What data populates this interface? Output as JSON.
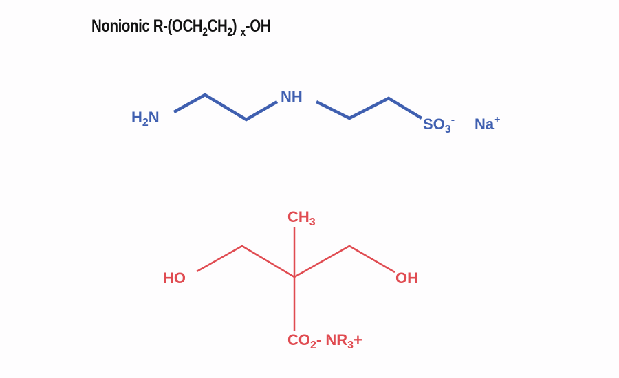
{
  "title": {
    "prefix": "Nonionic R-(OCH",
    "sub1": "2",
    "mid": "CH",
    "sub2": "2",
    "close": ") ",
    "x": "x",
    "suffix": "-OH"
  },
  "molecule_blue": {
    "color": "#3f5fb0",
    "h2n": {
      "h": "H",
      "sub": "2",
      "n": "N"
    },
    "nh": "NH",
    "so3": {
      "main": "SO",
      "sub": "3",
      "sup": "-"
    },
    "na": {
      "main": "Na",
      "sup": "+"
    }
  },
  "molecule_red": {
    "color": "#e04b51",
    "ch3": {
      "main": "CH",
      "sub": "3"
    },
    "ho": "HO",
    "oh": "OH",
    "co2": {
      "main": "CO",
      "sub": "2",
      "rest": "- NR",
      "sub2": "3",
      "end": "+"
    }
  }
}
